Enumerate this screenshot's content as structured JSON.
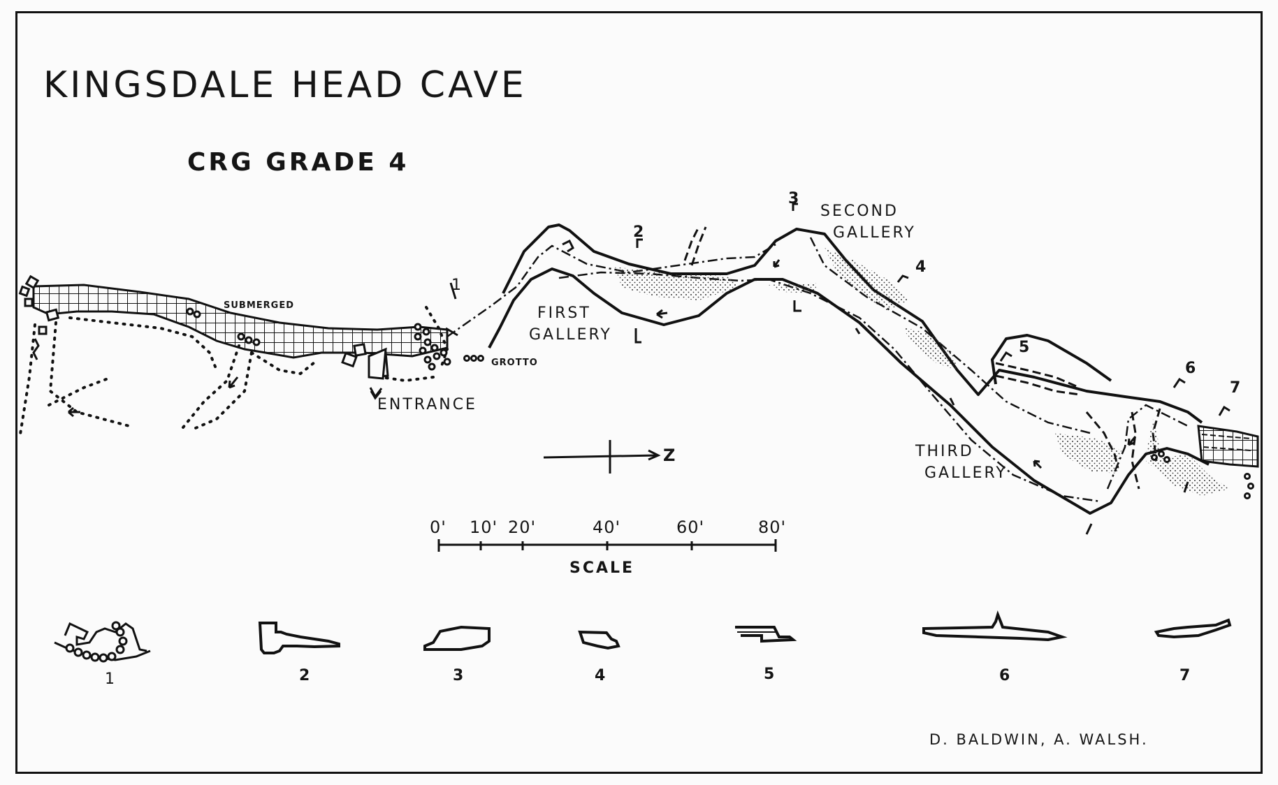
{
  "title": "KINGSDALE HEAD CAVE",
  "grade": "CRG GRADE 4",
  "labels": {
    "submerged": "SUBMERGED",
    "entrance": "ENTRANCE",
    "grotto": "GROTTO",
    "first_gallery": [
      "FIRST",
      "GALLERY"
    ],
    "second_gallery": [
      "SECOND",
      "GALLERY"
    ],
    "third_gallery": [
      "THIRD",
      "GALLERY"
    ]
  },
  "north_arrow": {
    "label": "Z"
  },
  "scale": {
    "label": "SCALE",
    "ticks": [
      "0'",
      "10'",
      "20'",
      "40'",
      "60'",
      "80'"
    ]
  },
  "section_markers": [
    "1",
    "2",
    "3",
    "4",
    "5",
    "6",
    "7"
  ],
  "cross_sections": [
    "1",
    "2",
    "3",
    "4",
    "5",
    "6",
    "7"
  ],
  "authors": "D. BALDWIN,  A. WALSH."
}
